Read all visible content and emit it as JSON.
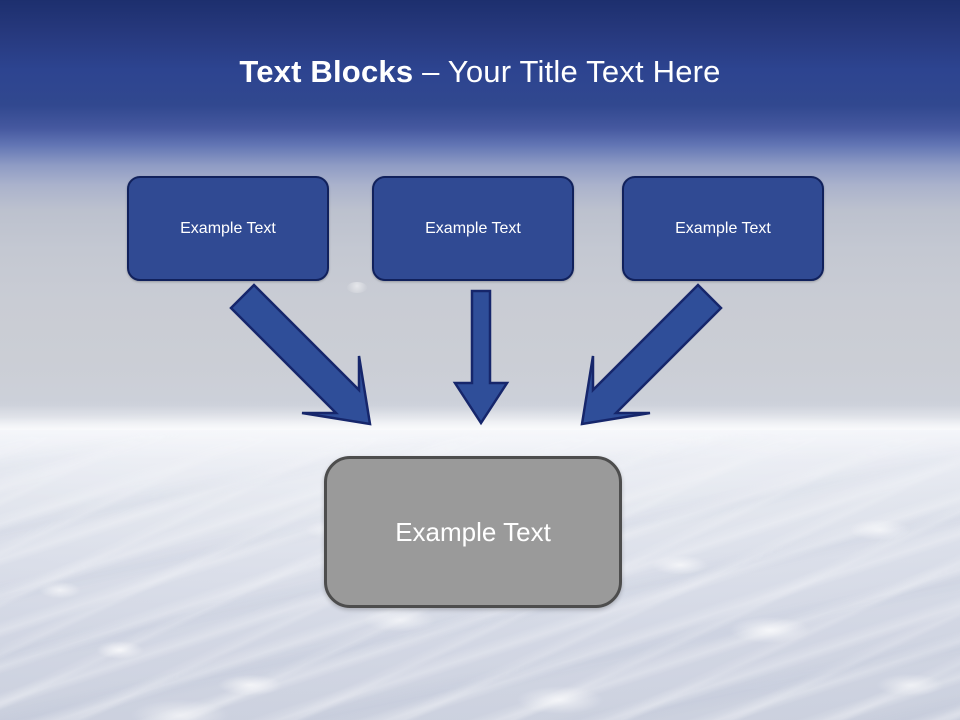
{
  "slide": {
    "title_bold": "Text Blocks",
    "title_separator": " – ",
    "title_regular": "Your Title Text Here",
    "background_name": "earth-from-space-photo"
  },
  "colors": {
    "title_text": "#ffffff",
    "sky_top": "#1d2f6e",
    "sky_mid": "#31488f",
    "box_blue_fill": "#304a93",
    "box_blue_border": "#11215c",
    "box_gray_fill": "#9a9a9a",
    "box_gray_border": "#4d4d4d",
    "arrow_fill": "#2f4e99",
    "arrow_border": "#16266b",
    "box_text": "#ffffff"
  },
  "boxes": [
    {
      "id": "box1",
      "label": "Example Text"
    },
    {
      "id": "box2",
      "label": "Example Text"
    },
    {
      "id": "box3",
      "label": "Example Text"
    }
  ],
  "result_box": {
    "label": "Example Text"
  },
  "arrows": [
    {
      "id": "arrow-left",
      "direction": "down-right",
      "from": "box1",
      "to": "result_box"
    },
    {
      "id": "arrow-middle",
      "direction": "down",
      "from": "box2",
      "to": "result_box"
    },
    {
      "id": "arrow-right",
      "direction": "down-left",
      "from": "box3",
      "to": "result_box"
    }
  ]
}
